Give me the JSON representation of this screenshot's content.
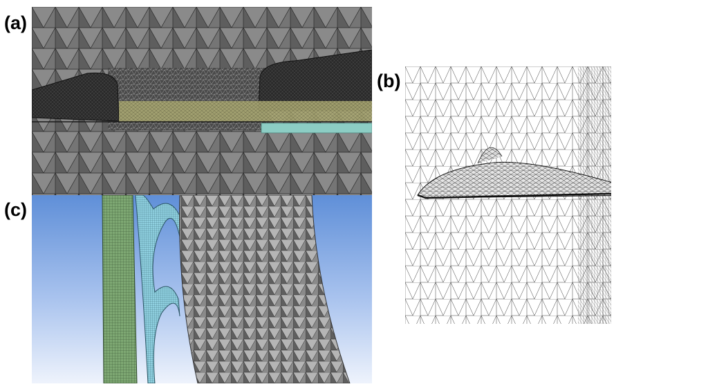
{
  "labels": {
    "a": "(a)",
    "b": "(b)",
    "c": "(c)"
  },
  "colors": {
    "mesh_dark": "#1c1c1c",
    "mesh_gray": "#6f6f6f",
    "mesh_light": "#a3a3a3",
    "yellow_band": "#b8b77a",
    "teal_band": "#8ccdc4",
    "sky_top": "#5f8fd8",
    "sky_bottom": "#eef3fc",
    "green_mesh": "#7ea873",
    "cyan_mesh": "#8fd0e0"
  }
}
